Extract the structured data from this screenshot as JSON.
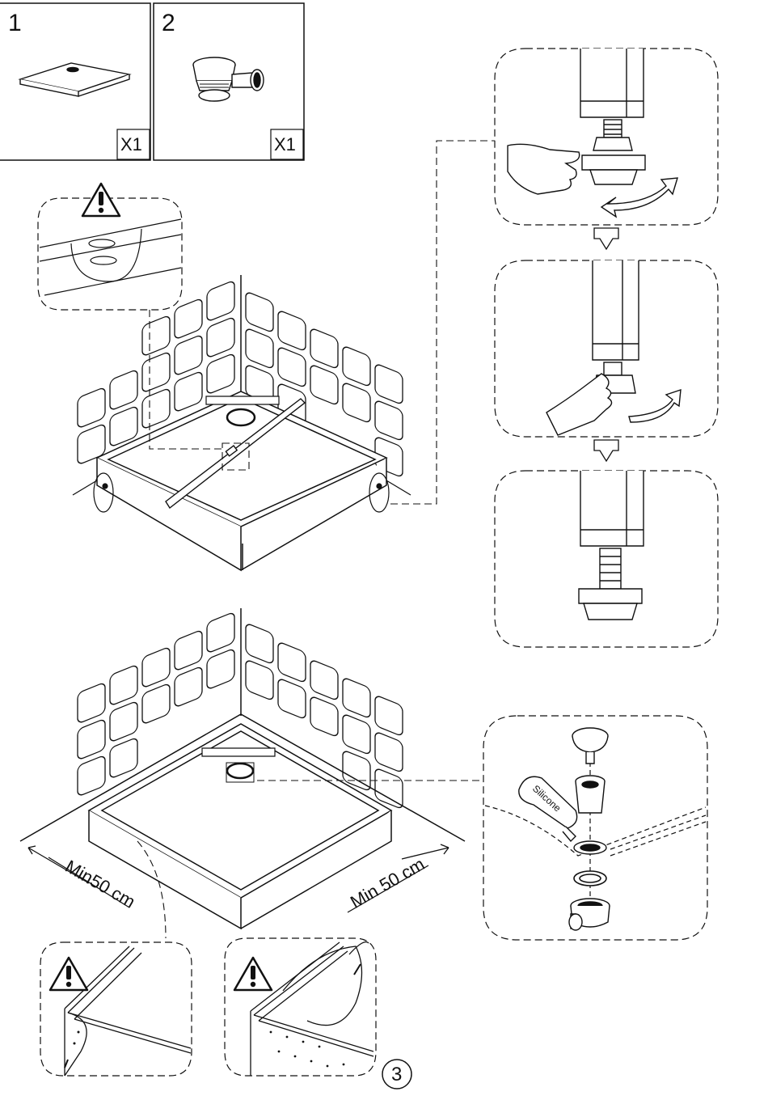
{
  "parts": [
    {
      "number": "1",
      "quantity": "X1",
      "icon": "shower-tray-icon"
    },
    {
      "number": "2",
      "quantity": "X1",
      "icon": "drain-waste-icon"
    }
  ],
  "dimensions": {
    "left": "Min50 cm",
    "right": "Min 50 cm"
  },
  "silicone_label": "Silicone",
  "step_number": "3",
  "colors": {
    "line": "#111111",
    "background": "#ffffff"
  }
}
